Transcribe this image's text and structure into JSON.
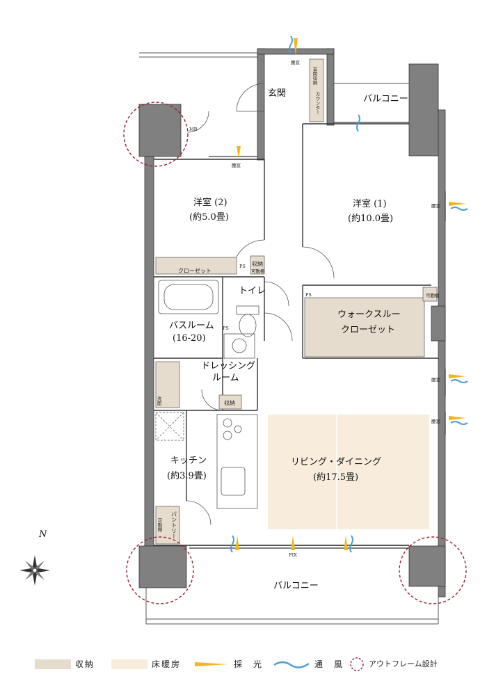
{
  "rooms": {
    "entrance": "玄関",
    "entrance_storage": "玄関収納",
    "counter": "カウンター",
    "balcony_top": "バルコニー",
    "balcony_bottom": "バルコニー",
    "western2_name": "洋室 (2)",
    "western2_size": "(約5.0畳)",
    "western1_name": "洋室 (1)",
    "western1_size": "(約10.0畳)",
    "closet": "クローゼット",
    "storage_movable": "収納",
    "movable_shelf": "可動棚",
    "toilet": "トイレ",
    "bathroom_name": "バスルーム",
    "bathroom_size": "(16-20)",
    "walkin_line1": "ウォークスルー",
    "walkin_line2": "クローゼット",
    "dressing_line1": "ドレッシング",
    "dressing_line2": "ルーム",
    "dressing_storage": "収納",
    "kitchen_name": "キッチン",
    "kitchen_size": "(約3.9畳)",
    "living_name": "リビング・ダイニング",
    "living_size": "(約17.5畳)",
    "pantry": "パントリー",
    "pantry_shelf": "可動棚",
    "mb": "MB",
    "ps": "PS",
    "fix": "FIX",
    "window": "腰窓",
    "window_top": "腰窓",
    "shelf_wic": "可動棚",
    "laundry": "洗面"
  },
  "compass": {
    "north": "N"
  },
  "legend": {
    "storage": "収納",
    "floor_heating": "床暖房",
    "daylight": "採　光",
    "ventilation": "通　風",
    "outframe": "アウトフレーム設計"
  },
  "colors": {
    "storage": "#e6dccd",
    "floor_heating": "#f8ecdd",
    "wall": "#7f7f7f",
    "daylight": "#f2b61b",
    "ventilation": "#4a9fd6",
    "outframe": "#9b1c2a"
  }
}
